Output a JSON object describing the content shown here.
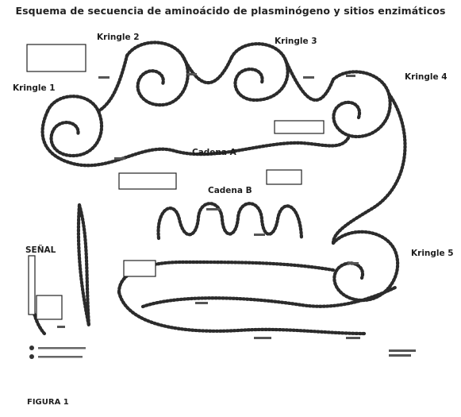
{
  "title": "Esquema de secuencia de aminoácido de plasminógeno y sitios enzimáticos",
  "labels": {
    "kringle1": "Kringle 1",
    "kringle2": "Kringle 2",
    "kringle3": "Kringle 3",
    "kringle4": "Kringle 4",
    "kringle5": "Kringle 5",
    "cadena_a": "Cadena A",
    "cadena_b": "Cadena B",
    "senal": "SEÑAL"
  },
  "figure_label": "FIGURA 1",
  "colors": {
    "chain": "#2b2b2b",
    "text": "#222222",
    "background": "#ffffff"
  }
}
